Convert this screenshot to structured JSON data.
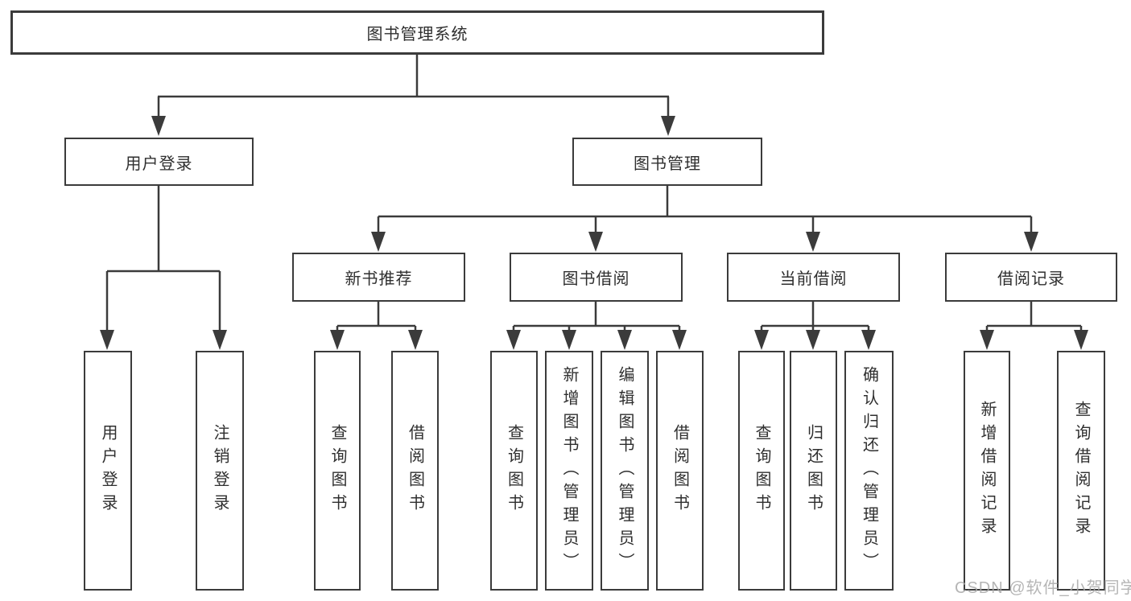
{
  "root": {
    "label": "图书管理系统"
  },
  "branches": [
    {
      "label": "用户登录",
      "children": [
        {
          "label": "用户登录"
        },
        {
          "label": "注销登录"
        }
      ]
    },
    {
      "label": "图书管理",
      "children": [
        {
          "label": "新书推荐",
          "children": [
            {
              "label": "查询图书"
            },
            {
              "label": "借阅图书"
            }
          ]
        },
        {
          "label": "图书借阅",
          "children": [
            {
              "label": "查询图书"
            },
            {
              "label": "新增图书（管理员）"
            },
            {
              "label": "编辑图书（管理员）"
            },
            {
              "label": "借阅图书"
            }
          ]
        },
        {
          "label": "当前借阅",
          "children": [
            {
              "label": "查询图书"
            },
            {
              "label": "归还图书"
            },
            {
              "label": "确认归还（管理员）"
            }
          ]
        },
        {
          "label": "借阅记录",
          "children": [
            {
              "label": "新增借阅记录"
            },
            {
              "label": "查询借阅记录"
            }
          ]
        }
      ]
    }
  ],
  "watermark": {
    "text": "CSDN @软件_小贺同学"
  },
  "colors": {
    "line": "#3b3b3b",
    "text": "#2f2f2f",
    "watermark": "#a9a9a9",
    "background": "#ffffff"
  }
}
